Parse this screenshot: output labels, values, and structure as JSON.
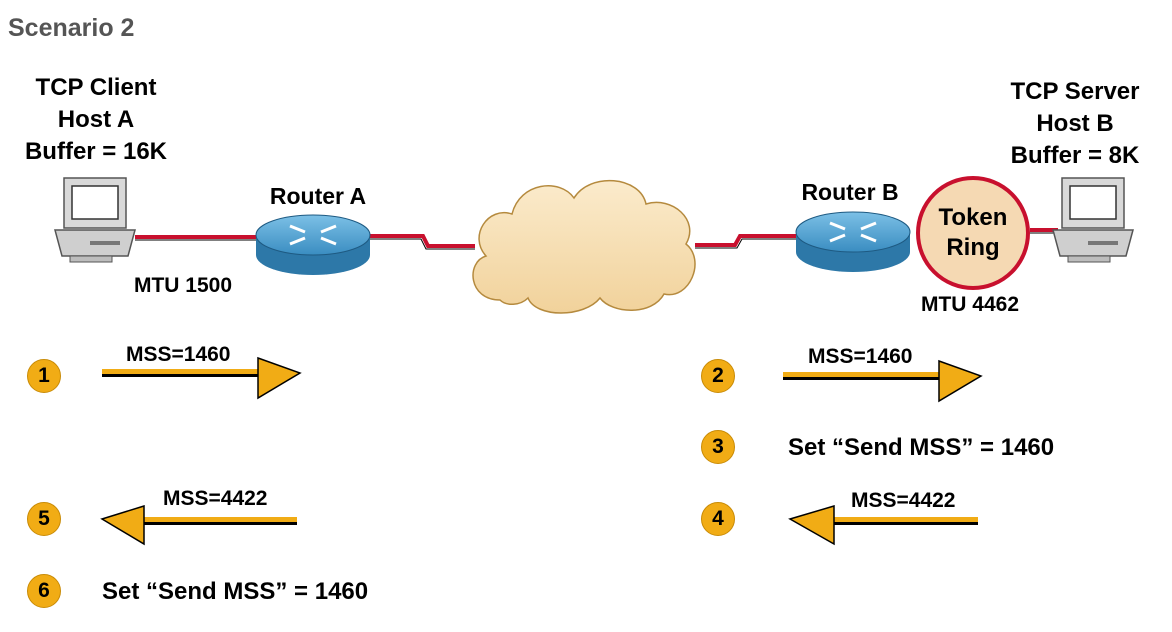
{
  "heading": "Scenario 2",
  "client": {
    "line1": "TCP Client",
    "line2": "Host A",
    "line3": "Buffer = 16K",
    "mtu": "MTU 1500"
  },
  "server": {
    "line1": "TCP Server",
    "line2": "Host B",
    "line3": "Buffer = 8K",
    "mtu": "MTU 4462"
  },
  "routers": {
    "a": "Router A",
    "b": "Router B"
  },
  "token_ring": {
    "line1": "Token",
    "line2": "Ring"
  },
  "steps": [
    {
      "num": "1",
      "text": "MSS=1460"
    },
    {
      "num": "2",
      "text": "MSS=1460"
    },
    {
      "num": "3",
      "text": "Set “Send MSS” = 1460"
    },
    {
      "num": "4",
      "text": "MSS=4422"
    },
    {
      "num": "5",
      "text": "MSS=4422"
    },
    {
      "num": "6",
      "text": "Set “Send MSS” = 1460"
    }
  ],
  "colors": {
    "link": "#c8102e",
    "router": "#3a8dc1",
    "cloud": "#f6ddb0",
    "arrow": "#f1ac15",
    "token_ring": "#f5d9b3"
  },
  "icons": [
    "computer-icon",
    "router-icon",
    "cloud-icon",
    "token-ring-icon",
    "arrow-icon"
  ]
}
